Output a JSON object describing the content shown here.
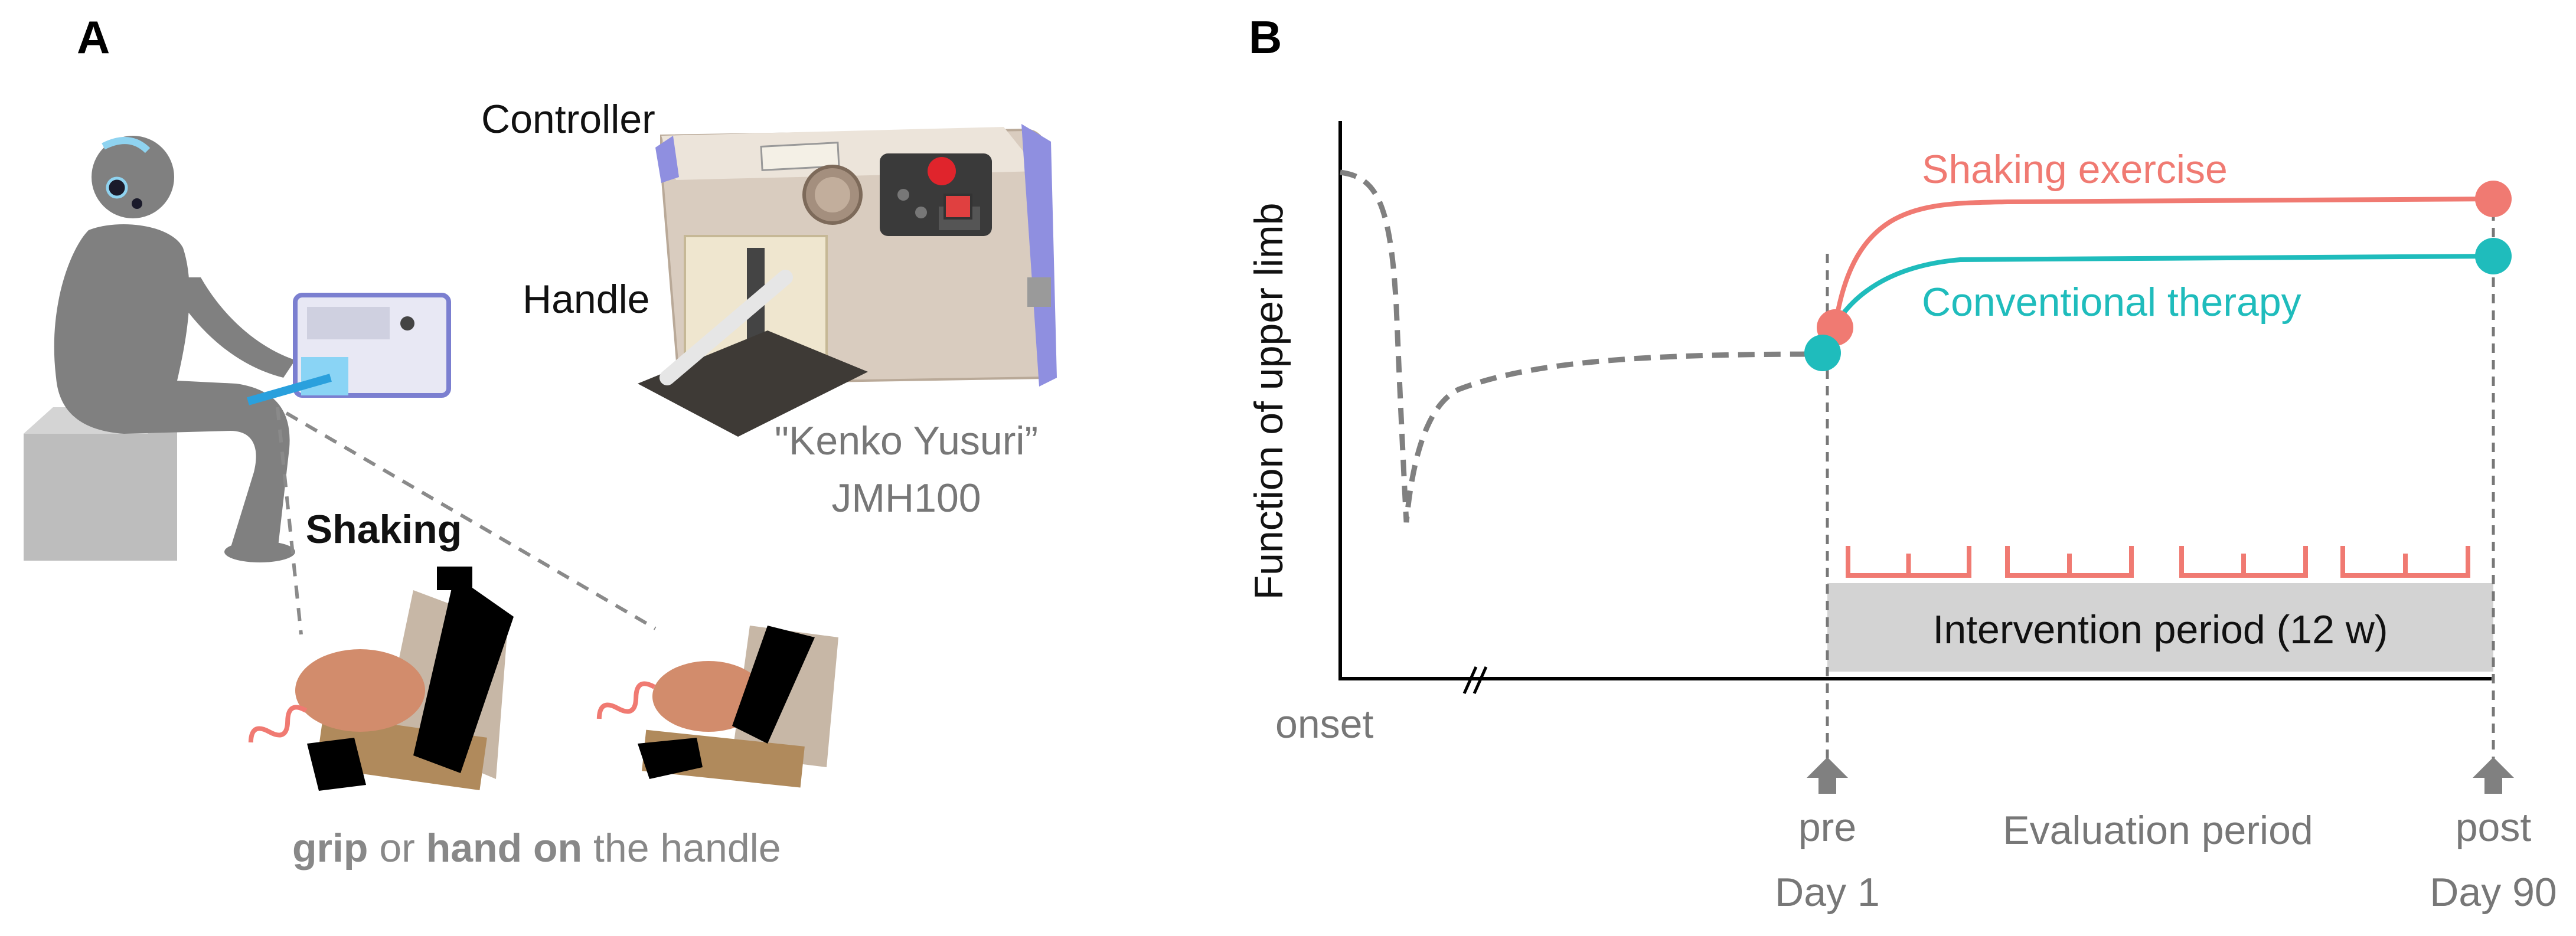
{
  "panel_a": {
    "label": "A",
    "controller_label": "Controller",
    "handle_label": "Handle",
    "device_name": "\"Kenko Yusuri”",
    "device_model": "JMH100",
    "shaking_label": "Shaking",
    "caption": {
      "grip": "grip",
      "or": " or ",
      "hand_on": "hand on",
      "rest": " the handle"
    }
  },
  "panel_b": {
    "label": "B",
    "ylabel": "Function of upper limb",
    "onset_label": "onset",
    "pre_label": "pre",
    "pre_day": "Day 1",
    "post_label": "post",
    "post_day": "Day 90",
    "evaluation_label": "Evaluation period",
    "intervention_label": "Intervention period (12 w)"
  },
  "chart_data": {
    "type": "line",
    "series": [
      {
        "name": "Shaking exercise",
        "color": "#f07a72"
      },
      {
        "name": "Conventional therapy",
        "color": "#1fbcbc"
      }
    ],
    "baseline_color": "#808080",
    "intervention_fill": "#d3d3d3",
    "arrow_color": "#808080"
  }
}
